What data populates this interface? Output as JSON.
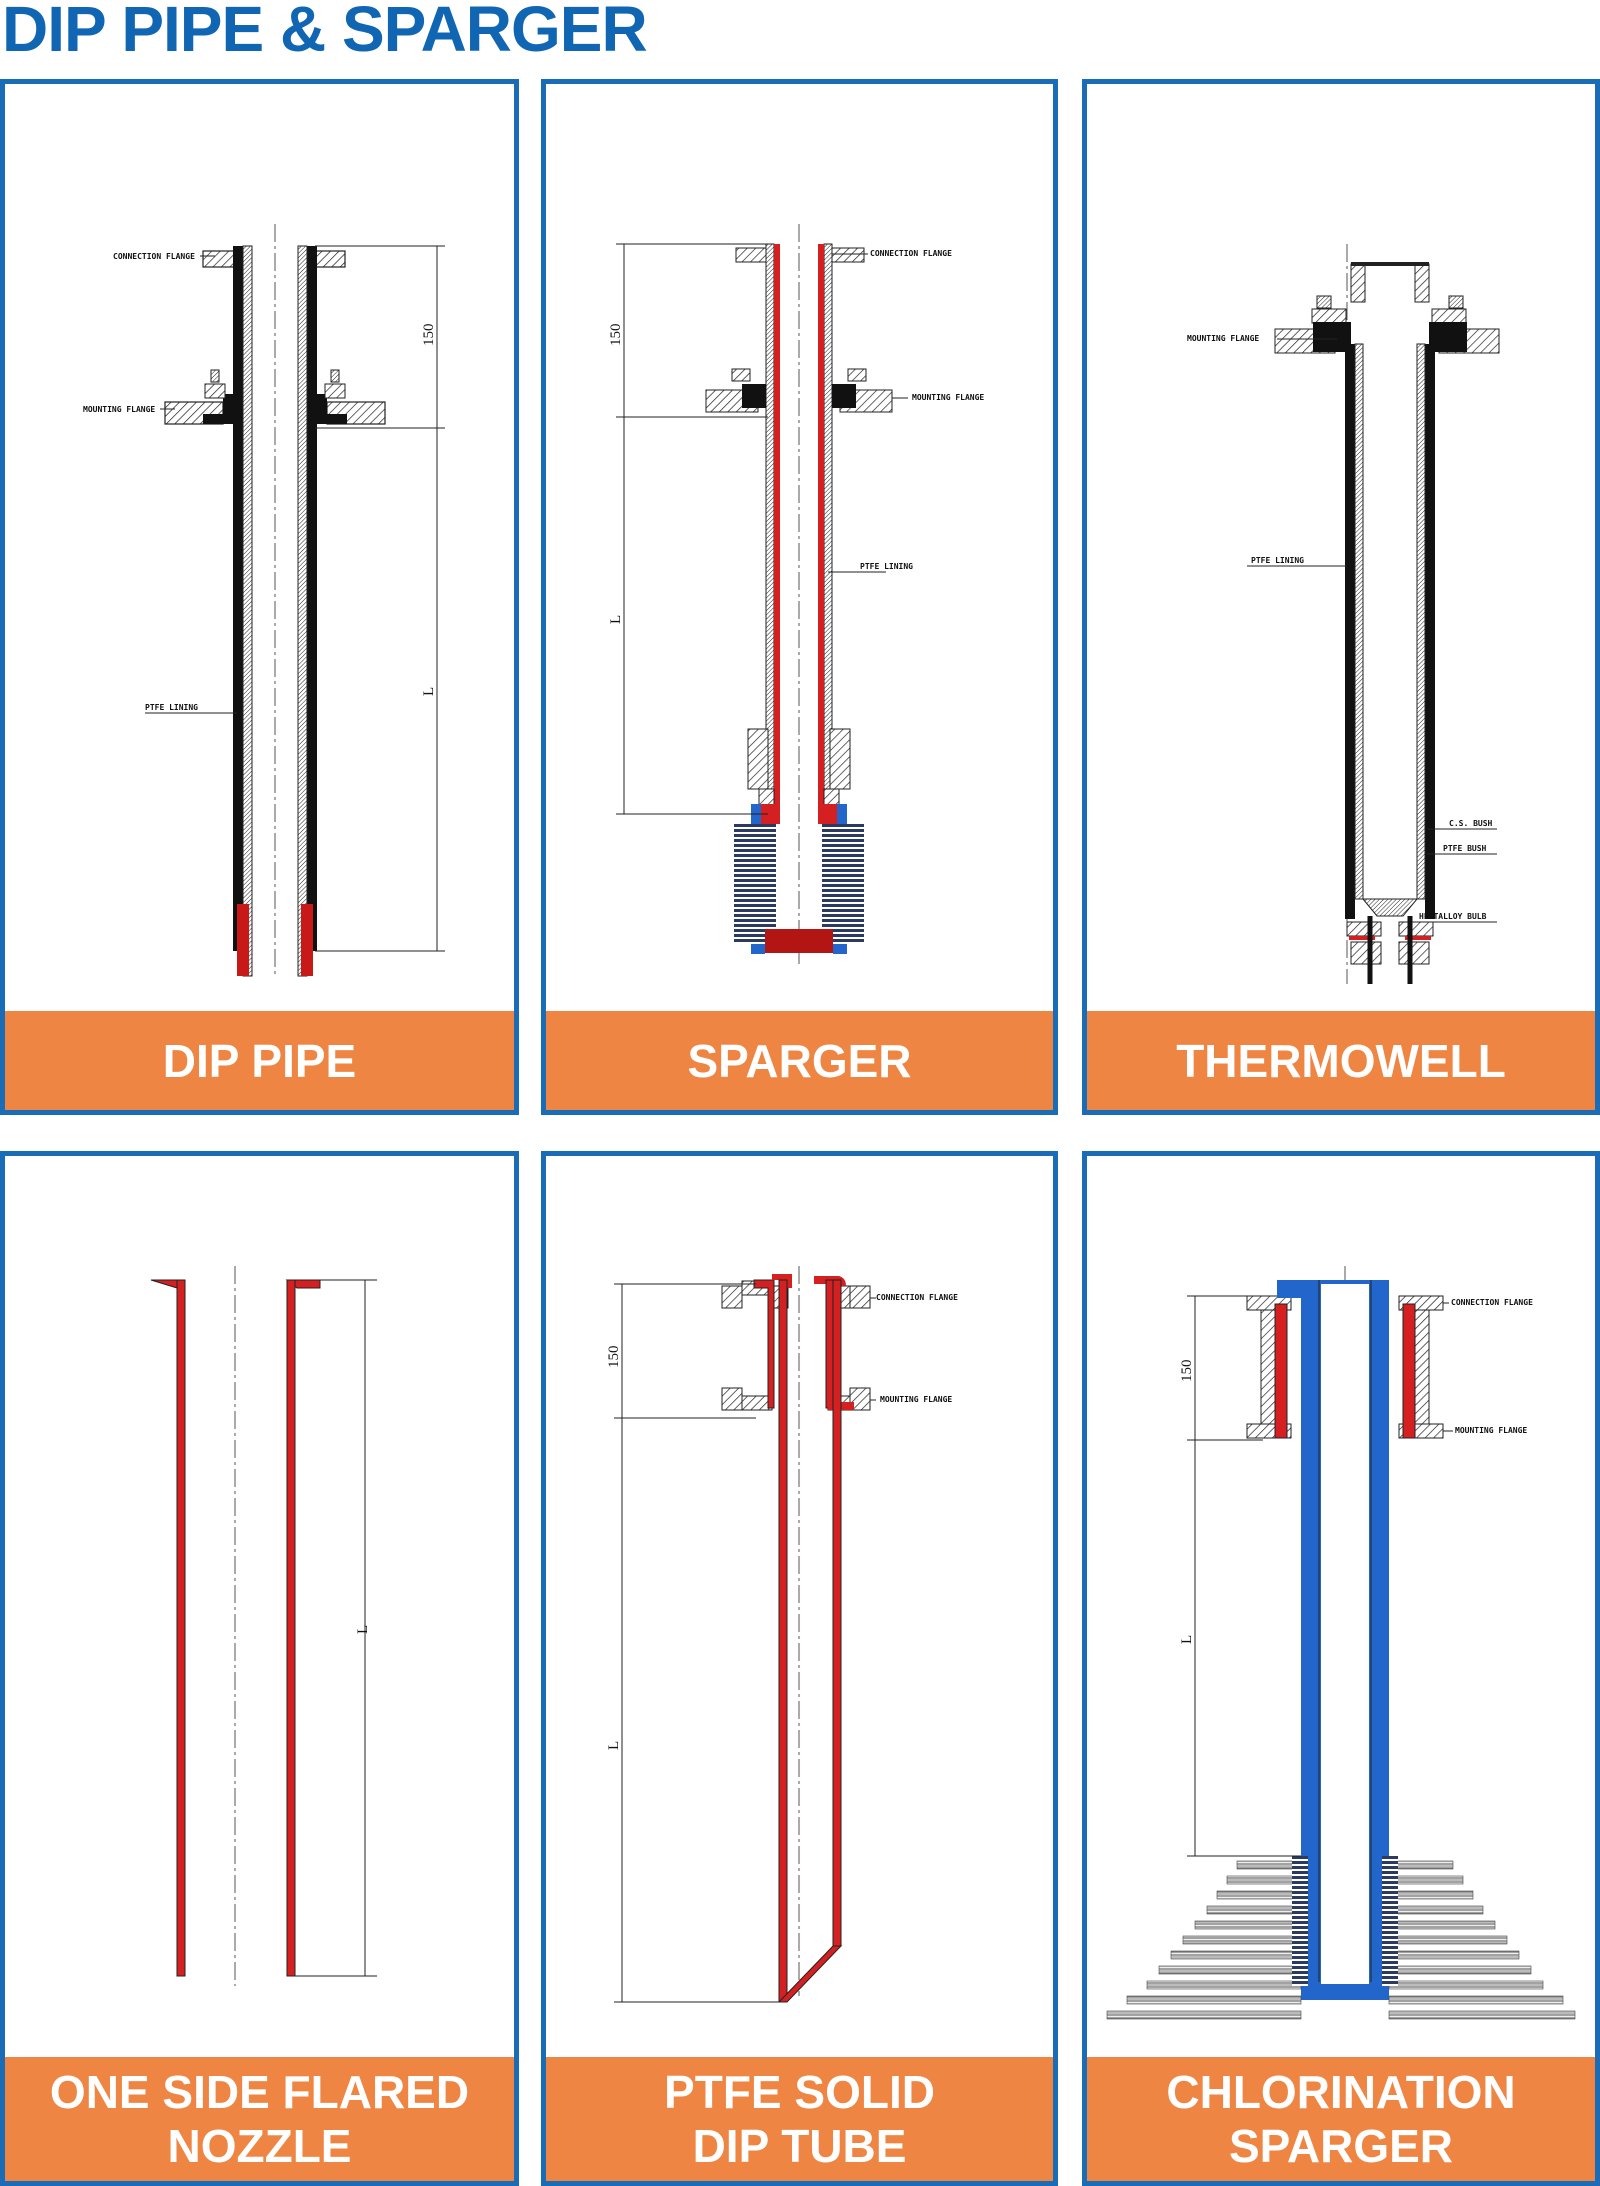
{
  "page": {
    "title": "DIP PIPE & SPARGER"
  },
  "colors": {
    "title_blue": "#1166b3",
    "border_blue": "#1a6cb7",
    "caption_orange": "#ee8543",
    "lining_red": "#d42020",
    "ptfe_blue": "#2266cc"
  },
  "cards": [
    {
      "caption_lines": [
        "DIP PIPE"
      ],
      "labels": {
        "connection_flange": "CONNECTION FLANGE",
        "mounting_flange": "MOUNTING FLANGE",
        "ptfe_lining": "PTFE LINING"
      },
      "dims": {
        "top": "150",
        "length": "L"
      }
    },
    {
      "caption_lines": [
        "SPARGER"
      ],
      "labels": {
        "connection_flange": "CONNECTION FLANGE",
        "mounting_flange": "MOUNTING FLANGE",
        "ptfe_lining": "PTFE LINING"
      },
      "dims": {
        "top": "150",
        "length": "L"
      }
    },
    {
      "caption_lines": [
        "THERMOWELL"
      ],
      "labels": {
        "mounting_flange": "MOUNTING FLANGE",
        "ptfe_lining": "PTFE LINING",
        "cs_bush": "C.S. BUSH",
        "ptfe_bush": "PTFE BUSH",
        "hestalloy_bulb": "HESTALLOY BULB"
      }
    },
    {
      "caption_lines": [
        "ONE SIDE FLARED",
        "NOZZLE"
      ],
      "dims": {
        "length": "L"
      }
    },
    {
      "caption_lines": [
        "PTFE SOLID",
        "DIP TUBE"
      ],
      "labels": {
        "connection_flange": "CONNECTION FLANGE",
        "mounting_flange": "MOUNTING FLANGE"
      },
      "dims": {
        "top": "150",
        "length": "L"
      }
    },
    {
      "caption_lines": [
        "CHLORINATION",
        "SPARGER"
      ],
      "labels": {
        "connection_flange": "CONNECTION FLANGE",
        "mounting_flange": "MOUNTING FLANGE"
      },
      "dims": {
        "top": "150",
        "length": "L"
      }
    }
  ]
}
